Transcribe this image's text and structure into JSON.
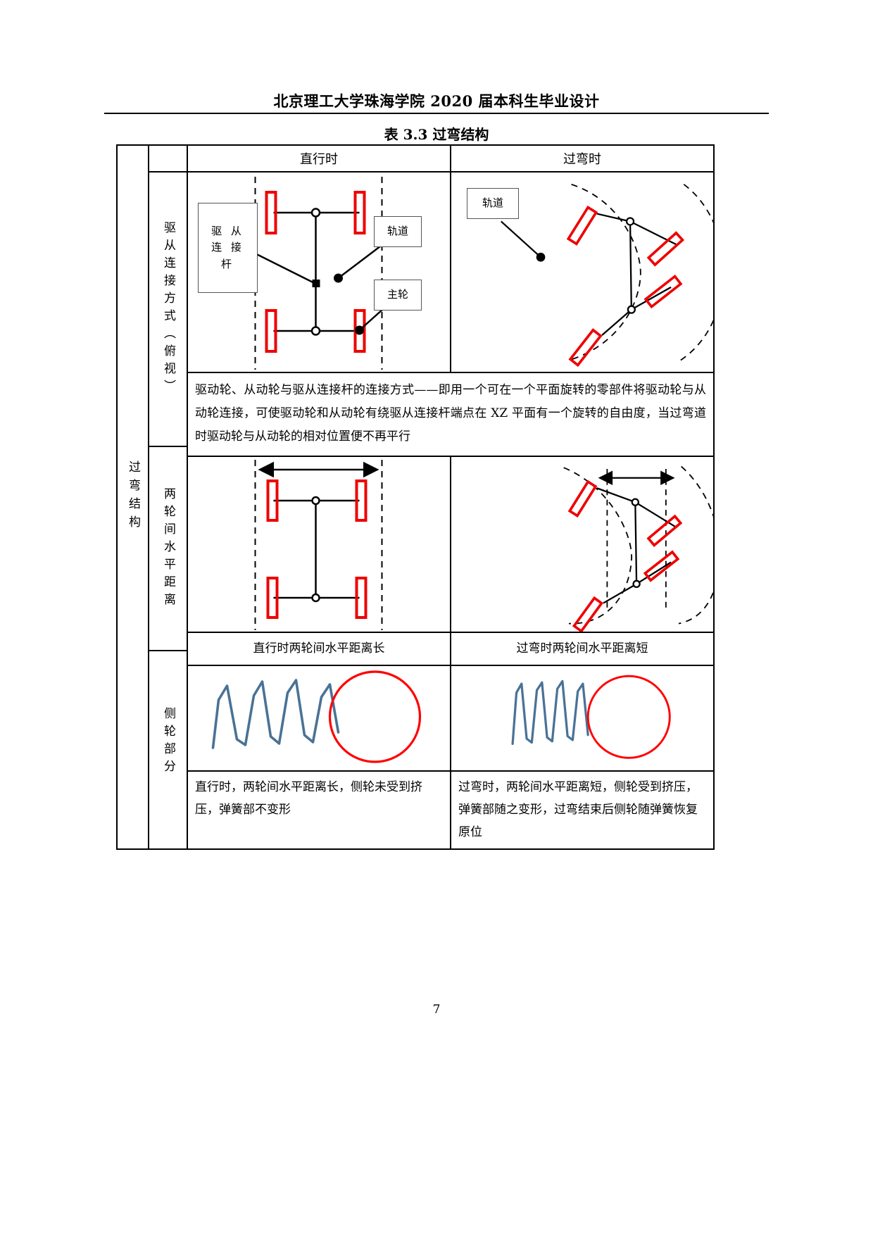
{
  "header": {
    "running_title": "北京理工大学珠海学院 2020 届本科生毕业设计"
  },
  "caption": "表 3.3  过弯结构",
  "table": {
    "main_label": "过弯结构",
    "columns": [
      {
        "label": "直行时"
      },
      {
        "label": "过弯时"
      }
    ],
    "rows": [
      {
        "sub_label": "驱从连接方式（俯视）",
        "straight_callouts": {
          "driver_link": "驱 从\n连 接\n杆",
          "track": "轨道",
          "main_wheel": "主轮"
        },
        "curve_callouts": {
          "track": "轨道"
        },
        "paragraph": "驱动轮、从动轮与驱从连接杆的连接方式——即用一个可在一个平面旋转的零部件将驱动轮与从动轮连接，可使驱动轮和从动轮有绕驱从连接杆端点在 XZ 平面有一个旋转的自由度，当过弯道时驱动轮与从动轮的相对位置便不再平行"
      },
      {
        "sub_label": "两轮间水平距离",
        "caption_straight": "直行时两轮间水平距离长",
        "caption_curve": "过弯时两轮间水平距离短"
      },
      {
        "sub_label": "侧轮部分",
        "caption_straight": "直行时，两轮间水平距离长，侧轮未受到挤压，弹簧部不变形",
        "caption_curve": "过弯时，两轮间水平距离短，侧轮受到挤压，弹簧部随之变形，过弯结束后侧轮随弹簧恢复原位"
      }
    ]
  },
  "page_number": "7",
  "colors": {
    "wheel_red": "#ee0000",
    "spring_blue": "#4a7296",
    "circle_red": "#ff0000",
    "line_black": "#000000",
    "callout_border": "#555555"
  }
}
